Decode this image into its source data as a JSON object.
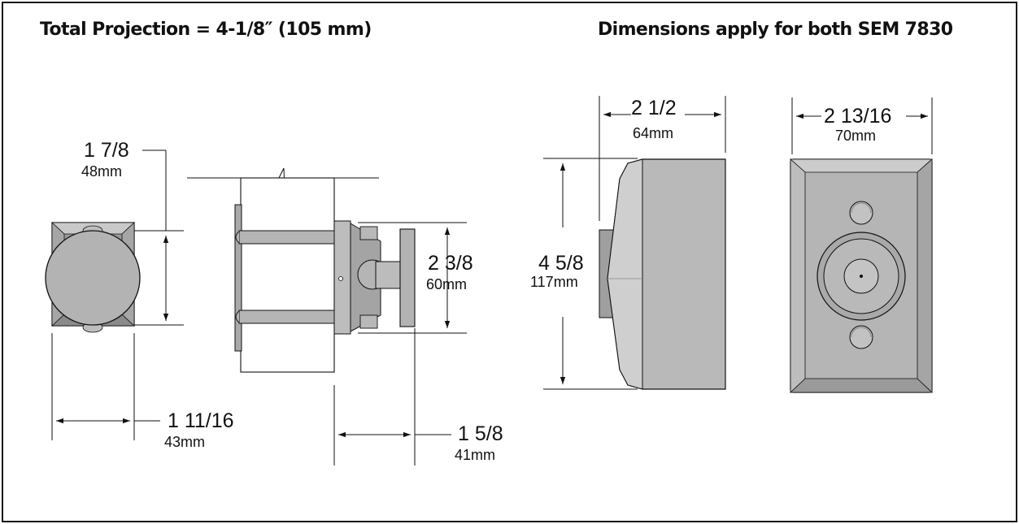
{
  "headings": {
    "left": "Total Projection = 4-1/8″ (105 mm)",
    "right": "Dimensions apply for both SEM 7830"
  },
  "dimensions": {
    "front_height": {
      "inch": "1 7/8",
      "mm": "48mm"
    },
    "front_width": {
      "inch": "1 11/16",
      "mm": "43mm"
    },
    "side_height": {
      "inch": "2 3/8",
      "mm": "60mm"
    },
    "side_projection": {
      "inch": "1 5/8",
      "mm": "41mm"
    },
    "unit_depth": {
      "inch": "2 1/2",
      "mm": "64mm"
    },
    "unit_height": {
      "inch": "4 5/8",
      "mm": "117mm"
    },
    "unit_width": {
      "inch": "2 13/16",
      "mm": "70mm"
    }
  },
  "colors": {
    "body_fill": "#b9b9b9",
    "body_dark": "#9a9a9a",
    "body_light": "#cccccc",
    "line": "#111111"
  }
}
